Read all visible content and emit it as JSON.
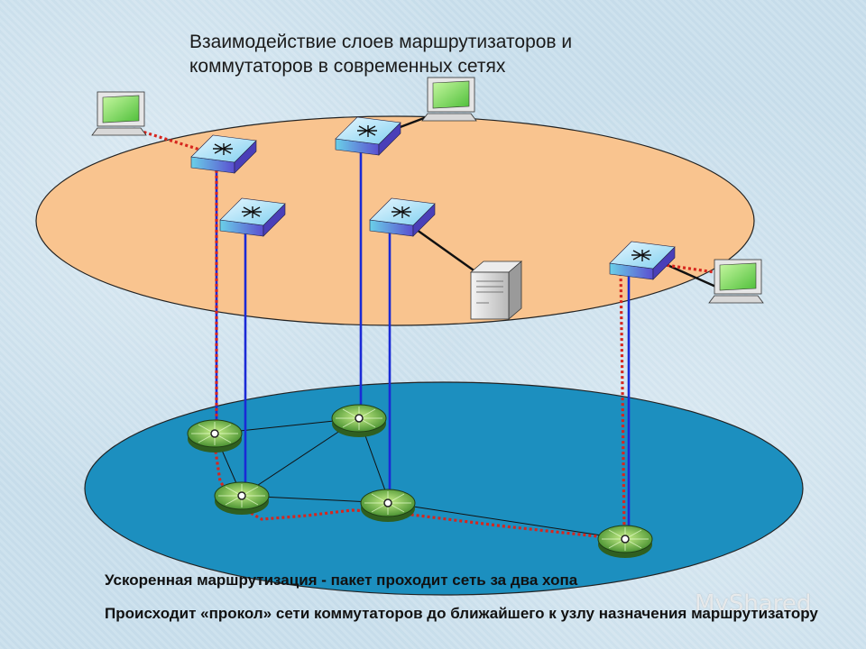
{
  "title": {
    "line1": "Взаимодействие слоев маршрутизаторов и",
    "line2": "коммутаторов в современных сетях"
  },
  "captions": {
    "line1": "Ускоренная маршрутизация  - пакет проходит сеть за два хопа",
    "line2": "Происходит «прокол» сети коммутаторов до ближайшего к узлу назначения маршрутизатору"
  },
  "watermark": "MyShared",
  "colors": {
    "switch_layer": "#f9c48f",
    "router_layer": "#1c8fbf",
    "vertical_link": "#1a2ad6",
    "packet_path": "#d6261e",
    "router_face": "#7fbf3f"
  },
  "icons": [
    "computer-icon",
    "switch-icon",
    "server-icon",
    "router-icon"
  ]
}
